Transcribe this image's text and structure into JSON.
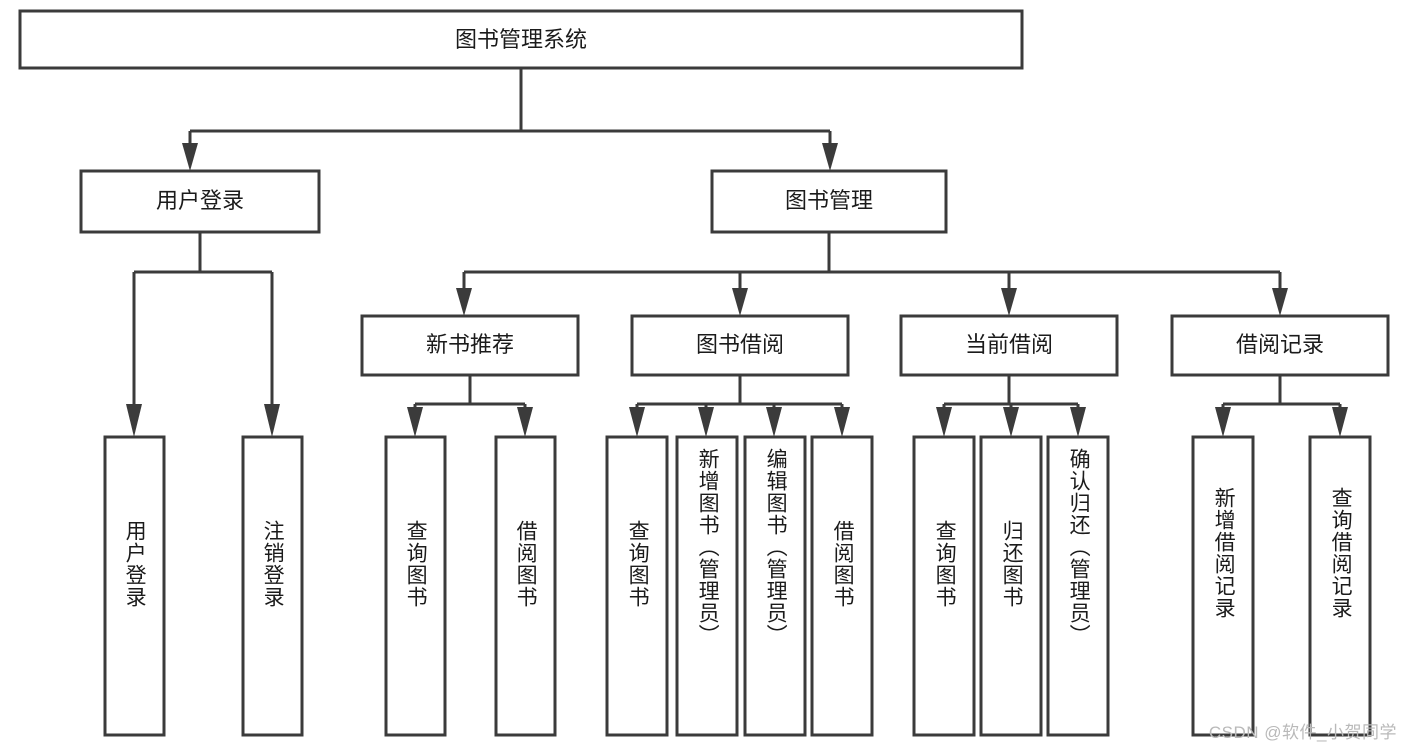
{
  "diagram": {
    "title": "图书管理系统",
    "type": "tree",
    "watermark": "CSDN @软件_小贺同学",
    "colors": {
      "node_fill": "#ffffff",
      "node_stroke": "#3b3b3b",
      "edge": "#3b3b3b",
      "text": "#1b1b1b",
      "watermark": "#b9b9b9"
    },
    "root": {
      "id": "root",
      "label": "图书管理系统"
    },
    "level2": [
      {
        "id": "user-login",
        "label": "用户登录"
      },
      {
        "id": "book-manage",
        "label": "图书管理"
      }
    ],
    "level3": [
      {
        "id": "new-book-rec",
        "label": "新书推荐",
        "parent": "book-manage"
      },
      {
        "id": "book-borrow",
        "label": "图书借阅",
        "parent": "book-manage"
      },
      {
        "id": "current-borrow",
        "label": "当前借阅",
        "parent": "book-manage"
      },
      {
        "id": "borrow-record",
        "label": "借阅记录",
        "parent": "book-manage"
      }
    ],
    "leaves": [
      {
        "id": "leaf-user-login",
        "label": "用户登录",
        "parent": "user-login"
      },
      {
        "id": "leaf-logout",
        "label": "注销登录",
        "parent": "user-login"
      },
      {
        "id": "leaf-query-book-1",
        "label": "查询图书",
        "parent": "new-book-rec"
      },
      {
        "id": "leaf-borrow-book-1",
        "label": "借阅图书",
        "parent": "new-book-rec"
      },
      {
        "id": "leaf-query-book-2",
        "label": "查询图书",
        "parent": "book-borrow"
      },
      {
        "id": "leaf-add-book",
        "label": "新增图书（管理员）",
        "parent": "book-borrow"
      },
      {
        "id": "leaf-edit-book",
        "label": "编辑图书（管理员）",
        "parent": "book-borrow"
      },
      {
        "id": "leaf-borrow-book-2",
        "label": "借阅图书",
        "parent": "book-borrow"
      },
      {
        "id": "leaf-query-book-3",
        "label": "查询图书",
        "parent": "current-borrow"
      },
      {
        "id": "leaf-return-book",
        "label": "归还图书",
        "parent": "current-borrow"
      },
      {
        "id": "leaf-confirm-return",
        "label": "确认归还（管理员）",
        "parent": "current-borrow"
      },
      {
        "id": "leaf-add-record",
        "label": "新增借阅记录",
        "parent": "borrow-record"
      },
      {
        "id": "leaf-query-record",
        "label": "查询借阅记录",
        "parent": "borrow-record"
      }
    ]
  }
}
